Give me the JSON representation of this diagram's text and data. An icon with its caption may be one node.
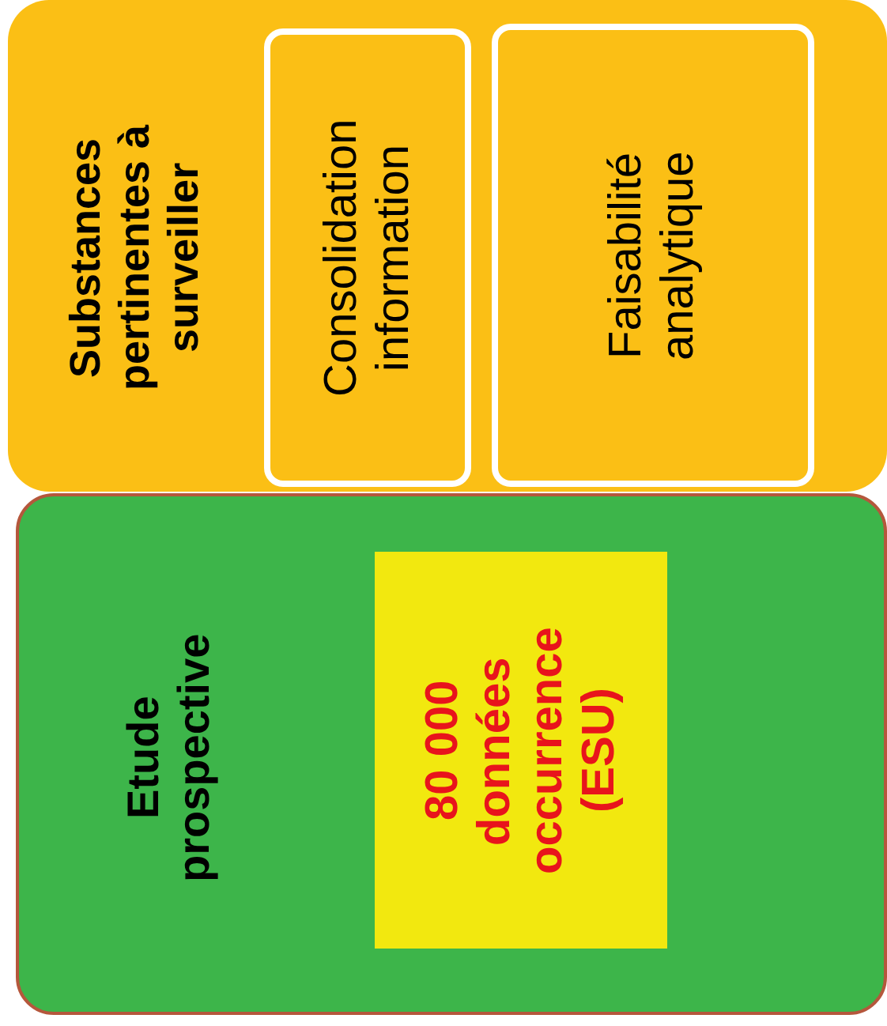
{
  "diagram": {
    "nodes": [
      {
        "text": [
          "Substances pertinentes à surveiller"
        ]
      },
      {
        "text": [
          "Consolidation information"
        ],
        "in": 0
      },
      {
        "text": [
          "Faisabilité analytique"
        ],
        "in": 0
      },
      {
        "text": [
          "Etude prospective"
        ]
      },
      {
        "text": [
          "80 000 données occurrence (ESU)"
        ],
        "in": 3
      }
    ]
  }
}
